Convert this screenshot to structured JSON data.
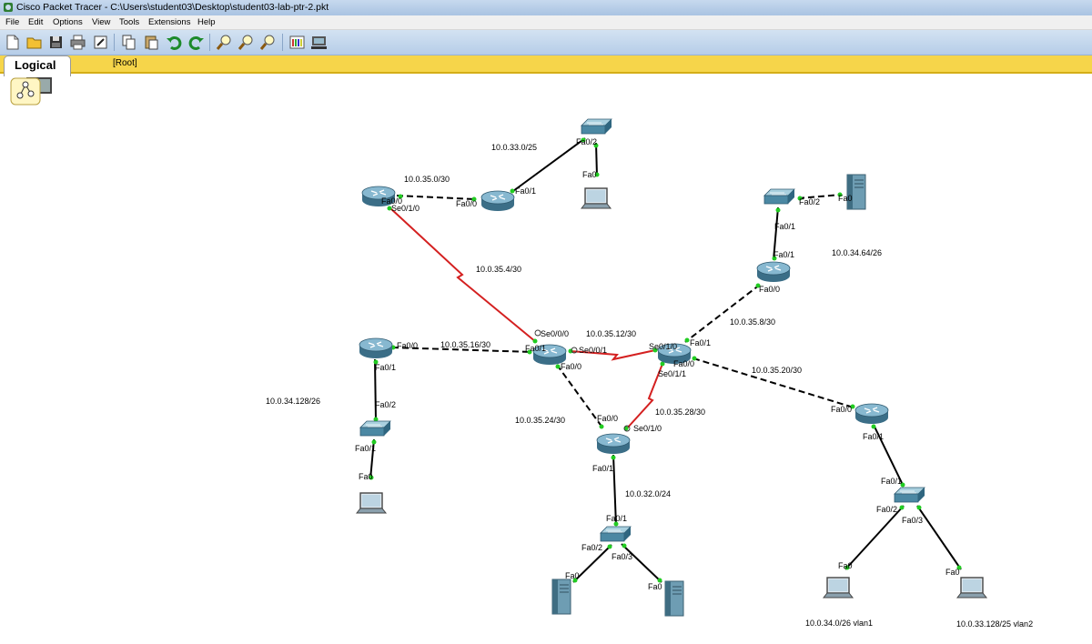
{
  "window": {
    "title": "Cisco Packet Tracer - C:\\Users\\student03\\Desktop\\student03-lab-ptr-2.pkt"
  },
  "menu": [
    "File",
    "Edit",
    "Options",
    "View",
    "Tools",
    "Extensions",
    "Help"
  ],
  "toolbar": [
    "new-icon",
    "open-icon",
    "save-icon",
    "print-icon",
    "wizard-icon",
    "copy-icon",
    "paste-icon",
    "undo-icon",
    "redo-icon",
    "zoom-in-icon",
    "zoom-reset-icon",
    "zoom-out-icon",
    "palette-icon",
    "custom-device-icon"
  ],
  "workspace": {
    "mode": "Logical",
    "path": "[Root]"
  },
  "labels": {
    "net_33_0": "10.0.33.0/25",
    "net_35_0": "10.0.35.0/30",
    "net_35_4": "10.0.35.4/30",
    "net_35_12": "10.0.35.12/30",
    "net_35_16": "10.0.35.16/30",
    "net_35_8": "10.0.35.8/30",
    "net_35_20": "10.0.35.20/30",
    "net_34_64": "10.0.34.64/26",
    "net_34_128": "10.0.34.128/26",
    "net_35_24": "10.0.35.24/30",
    "net_35_28": "10.0.35.28/30",
    "net_32_0": "10.0.32.0/24",
    "net_34_0_vlan1": "10.0.34.0/26  vlan1",
    "net_33_128_vlan2": "10.0.33.128/25 vlan2"
  },
  "ports": {
    "p1": "Fa0/2",
    "p2": "Fa0",
    "p3": "Fa0/1",
    "p4": "Fa0/0",
    "p5": "Fa0/0",
    "p6": "Se0/1/0",
    "p7": "Fa0/2",
    "p8": "Fa0",
    "p9": "Fa0/1",
    "p10": "Fa0/1",
    "p11": "Fa0/0",
    "p12": "Se0/0/0",
    "p13": "Fa0/1",
    "p14": "Se0/0/1",
    "p15": "Fa0/0",
    "p16": "Se0/1/0",
    "p17": "Fa0/1",
    "p18": "Fa0/0",
    "p19": "Se0/1/1",
    "p20": "Fa0/0",
    "p21": "Fa0/1",
    "p22": "Fa0/2",
    "p23": "Fa0/1",
    "p24": "Fa0",
    "p25": "Fa0/0",
    "p26": "Se0/1/0",
    "p27": "Fa0/1",
    "p28": "Fa0/1",
    "p29": "Fa0/2",
    "p30": "Fa0/3",
    "p31": "Fa0",
    "p32": "Fa0",
    "p33": "Fa0/0",
    "p34": "Fa0/1",
    "p35": "Fa0/1",
    "p36": "Fa0/2",
    "p37": "Fa0/3",
    "p38": "Fa0",
    "p39": "Fa0"
  },
  "colors": {
    "serial_link": "#d42020",
    "ethernet_link": "#000000",
    "port_ok": "#22cc22",
    "device": "#5f9ab5"
  }
}
